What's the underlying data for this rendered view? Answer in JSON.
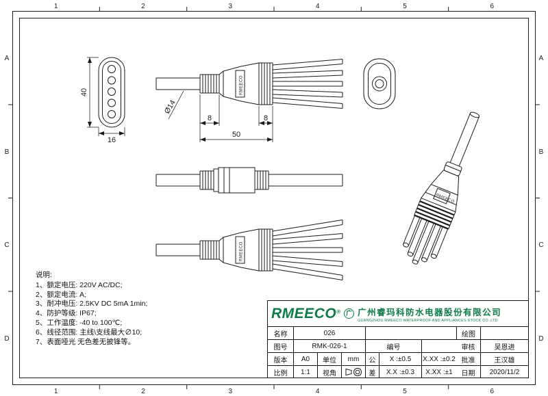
{
  "frame": {
    "cols": [
      "1",
      "2",
      "3",
      "4",
      "5",
      "6"
    ],
    "rows": [
      "A",
      "B",
      "C",
      "D"
    ]
  },
  "dimensions": {
    "end_height": "40",
    "end_width": "16",
    "cable_diameter": "Ø14",
    "left_rib_length": "8",
    "right_rib_length": "8",
    "body_length": "50"
  },
  "connector_label": "RMEECO",
  "notes": {
    "title": "说明:",
    "items": [
      "1、额定电压: 220V AC/DC;",
      "2、额定电流: A;",
      "3、耐冲电压: 2.5KV DC 5mA 1min;",
      "4、防护等级: IP67;",
      "5、工作温度: -40 to 100℃;",
      "6、线径范围: 主线\\支线最大∅10;",
      "7、表面哑光 无色差无披锋等。"
    ]
  },
  "title_block": {
    "logo": {
      "brand": "RMEECO",
      "reg": "®",
      "badge": "广",
      "company_cn": "广州睿玛科防水电器股份有限公司",
      "company_en": "GUANGZHOU RMEECO WATERPROOF AND APPLIANCES STOCK CO.,LTD"
    },
    "rows": {
      "name_label": "名称",
      "name_value": "026",
      "draw_label": "绘图",
      "draw_value": "",
      "drawing_no_label": "图号",
      "drawing_no_value": "RMK-026-1",
      "serial_label": "编号",
      "serial_value": "",
      "check_label": "审核",
      "check_value": "吴恩进",
      "version_label": "版本",
      "version_value": "A0",
      "unit_label": "单位",
      "unit_value": "mm",
      "tol_label_top": "公",
      "tol_label_bottom": "差",
      "tol1": "X :±0.5",
      "tol2": "X.XX :±0.2",
      "tol3": "X.X :±0.3",
      "tol4": "X.XX :±1",
      "approve_label": "批准",
      "approve_value": "王汉雄",
      "scale_label": "比例",
      "scale_value": "1:1",
      "view_label": "视角",
      "date_label": "日期",
      "date_value": "2020/11/2"
    }
  }
}
